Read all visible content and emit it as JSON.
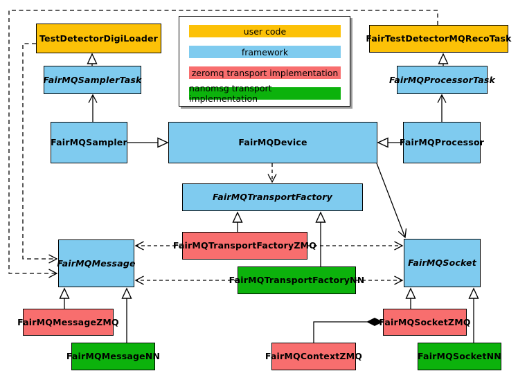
{
  "colors": {
    "user_code": "#FCC107",
    "framework": "#7FCBEF",
    "zeromq": "#F86E6E",
    "nanomsg": "#0CB20C",
    "line": "#000000",
    "background": "#FFFFFF",
    "legend_shadow": "#9C9C9C"
  },
  "legend": {
    "items": [
      {
        "label": "user code",
        "color": "#FCC107"
      },
      {
        "label": "framework",
        "color": "#7FCBEF"
      },
      {
        "label": "zeromq transport implementation",
        "color": "#F86E6E"
      },
      {
        "label": "nanomsg transport implementation",
        "color": "#0CB20C"
      }
    ]
  },
  "nodes": {
    "testDetectorDigiLoader": {
      "label": "TestDetectorDigiLoader",
      "category": "user_code",
      "abstract": false
    },
    "fairTestDetectorMQRecoTask": {
      "label": "FairTestDetectorMQRecoTask",
      "category": "user_code",
      "abstract": false
    },
    "fairMQSamplerTask": {
      "label": "FairMQSamplerTask",
      "category": "framework",
      "abstract": true
    },
    "fairMQProcessorTask": {
      "label": "FairMQProcessorTask",
      "category": "framework",
      "abstract": true
    },
    "fairMQSampler": {
      "label": "FairMQSampler",
      "category": "framework",
      "abstract": false
    },
    "fairMQDevice": {
      "label": "FairMQDevice",
      "category": "framework",
      "abstract": false
    },
    "fairMQProcessor": {
      "label": "FairMQProcessor",
      "category": "framework",
      "abstract": false
    },
    "fairMQTransportFactory": {
      "label": "FairMQTransportFactory",
      "category": "framework",
      "abstract": true
    },
    "fairMQTransportFactoryZMQ": {
      "label": "FairMQTransportFactoryZMQ",
      "category": "zeromq",
      "abstract": false
    },
    "fairMQTransportFactoryNN": {
      "label": "FairMQTransportFactoryNN",
      "category": "nanomsg",
      "abstract": false
    },
    "fairMQMessage": {
      "label": "FairMQMessage",
      "category": "framework",
      "abstract": true
    },
    "fairMQSocket": {
      "label": "FairMQSocket",
      "category": "framework",
      "abstract": true
    },
    "fairMQMessageZMQ": {
      "label": "FairMQMessageZMQ",
      "category": "zeromq",
      "abstract": false
    },
    "fairMQMessageNN": {
      "label": "FairMQMessageNN",
      "category": "nanomsg",
      "abstract": false
    },
    "fairMQContextZMQ": {
      "label": "FairMQContextZMQ",
      "category": "zeromq",
      "abstract": false
    },
    "fairMQSocketZMQ": {
      "label": "FairMQSocketZMQ",
      "category": "zeromq",
      "abstract": false
    },
    "fairMQSocketNN": {
      "label": "FairMQSocketNN",
      "category": "nanomsg",
      "abstract": false
    }
  },
  "relations": [
    {
      "from": "FairMQSamplerTask",
      "to": "TestDetectorDigiLoader",
      "type": "solid-hollow-triangle"
    },
    {
      "from": "FairMQProcessorTask",
      "to": "FairTestDetectorMQRecoTask",
      "type": "solid-hollow-triangle"
    },
    {
      "from": "FairMQSampler",
      "to": "FairMQSamplerTask",
      "type": "solid-open-arrow"
    },
    {
      "from": "FairMQProcessor",
      "to": "FairMQProcessorTask",
      "type": "solid-open-arrow"
    },
    {
      "from": "FairMQSampler",
      "to": "FairMQDevice",
      "type": "solid-hollow-triangle"
    },
    {
      "from": "FairMQProcessor",
      "to": "FairMQDevice",
      "type": "solid-hollow-triangle"
    },
    {
      "from": "FairMQDevice",
      "to": "FairMQTransportFactory",
      "type": "dashed-open-arrow"
    },
    {
      "from": "FairMQDevice",
      "to": "FairMQSocket",
      "type": "solid-open-arrow"
    },
    {
      "from": "TestDetectorDigiLoader",
      "to": "FairMQMessage",
      "type": "dashed-open-arrow"
    },
    {
      "from": "FairTestDetectorMQRecoTask",
      "to": "FairMQMessage",
      "type": "dashed-open-arrow"
    },
    {
      "from": "FairMQTransportFactoryZMQ",
      "to": "FairMQTransportFactory",
      "type": "solid-hollow-triangle"
    },
    {
      "from": "FairMQTransportFactoryNN",
      "to": "FairMQTransportFactory",
      "type": "solid-hollow-triangle"
    },
    {
      "from": "FairMQTransportFactoryZMQ",
      "to": "FairMQMessage",
      "type": "dashed-open-arrow"
    },
    {
      "from": "FairMQTransportFactoryZMQ",
      "to": "FairMQSocket",
      "type": "dashed-open-arrow"
    },
    {
      "from": "FairMQTransportFactoryNN",
      "to": "FairMQMessage",
      "type": "dashed-open-arrow"
    },
    {
      "from": "FairMQTransportFactoryNN",
      "to": "FairMQSocket",
      "type": "dashed-open-arrow"
    },
    {
      "from": "FairMQMessageZMQ",
      "to": "FairMQMessage",
      "type": "solid-hollow-triangle"
    },
    {
      "from": "FairMQMessageNN",
      "to": "FairMQMessage",
      "type": "solid-hollow-triangle"
    },
    {
      "from": "FairMQSocketZMQ",
      "to": "FairMQSocket",
      "type": "solid-hollow-triangle"
    },
    {
      "from": "FairMQSocketNN",
      "to": "FairMQSocket",
      "type": "solid-hollow-triangle"
    },
    {
      "from": "FairMQContextZMQ",
      "to": "FairMQSocketZMQ",
      "type": "composition-filled-diamond"
    }
  ]
}
